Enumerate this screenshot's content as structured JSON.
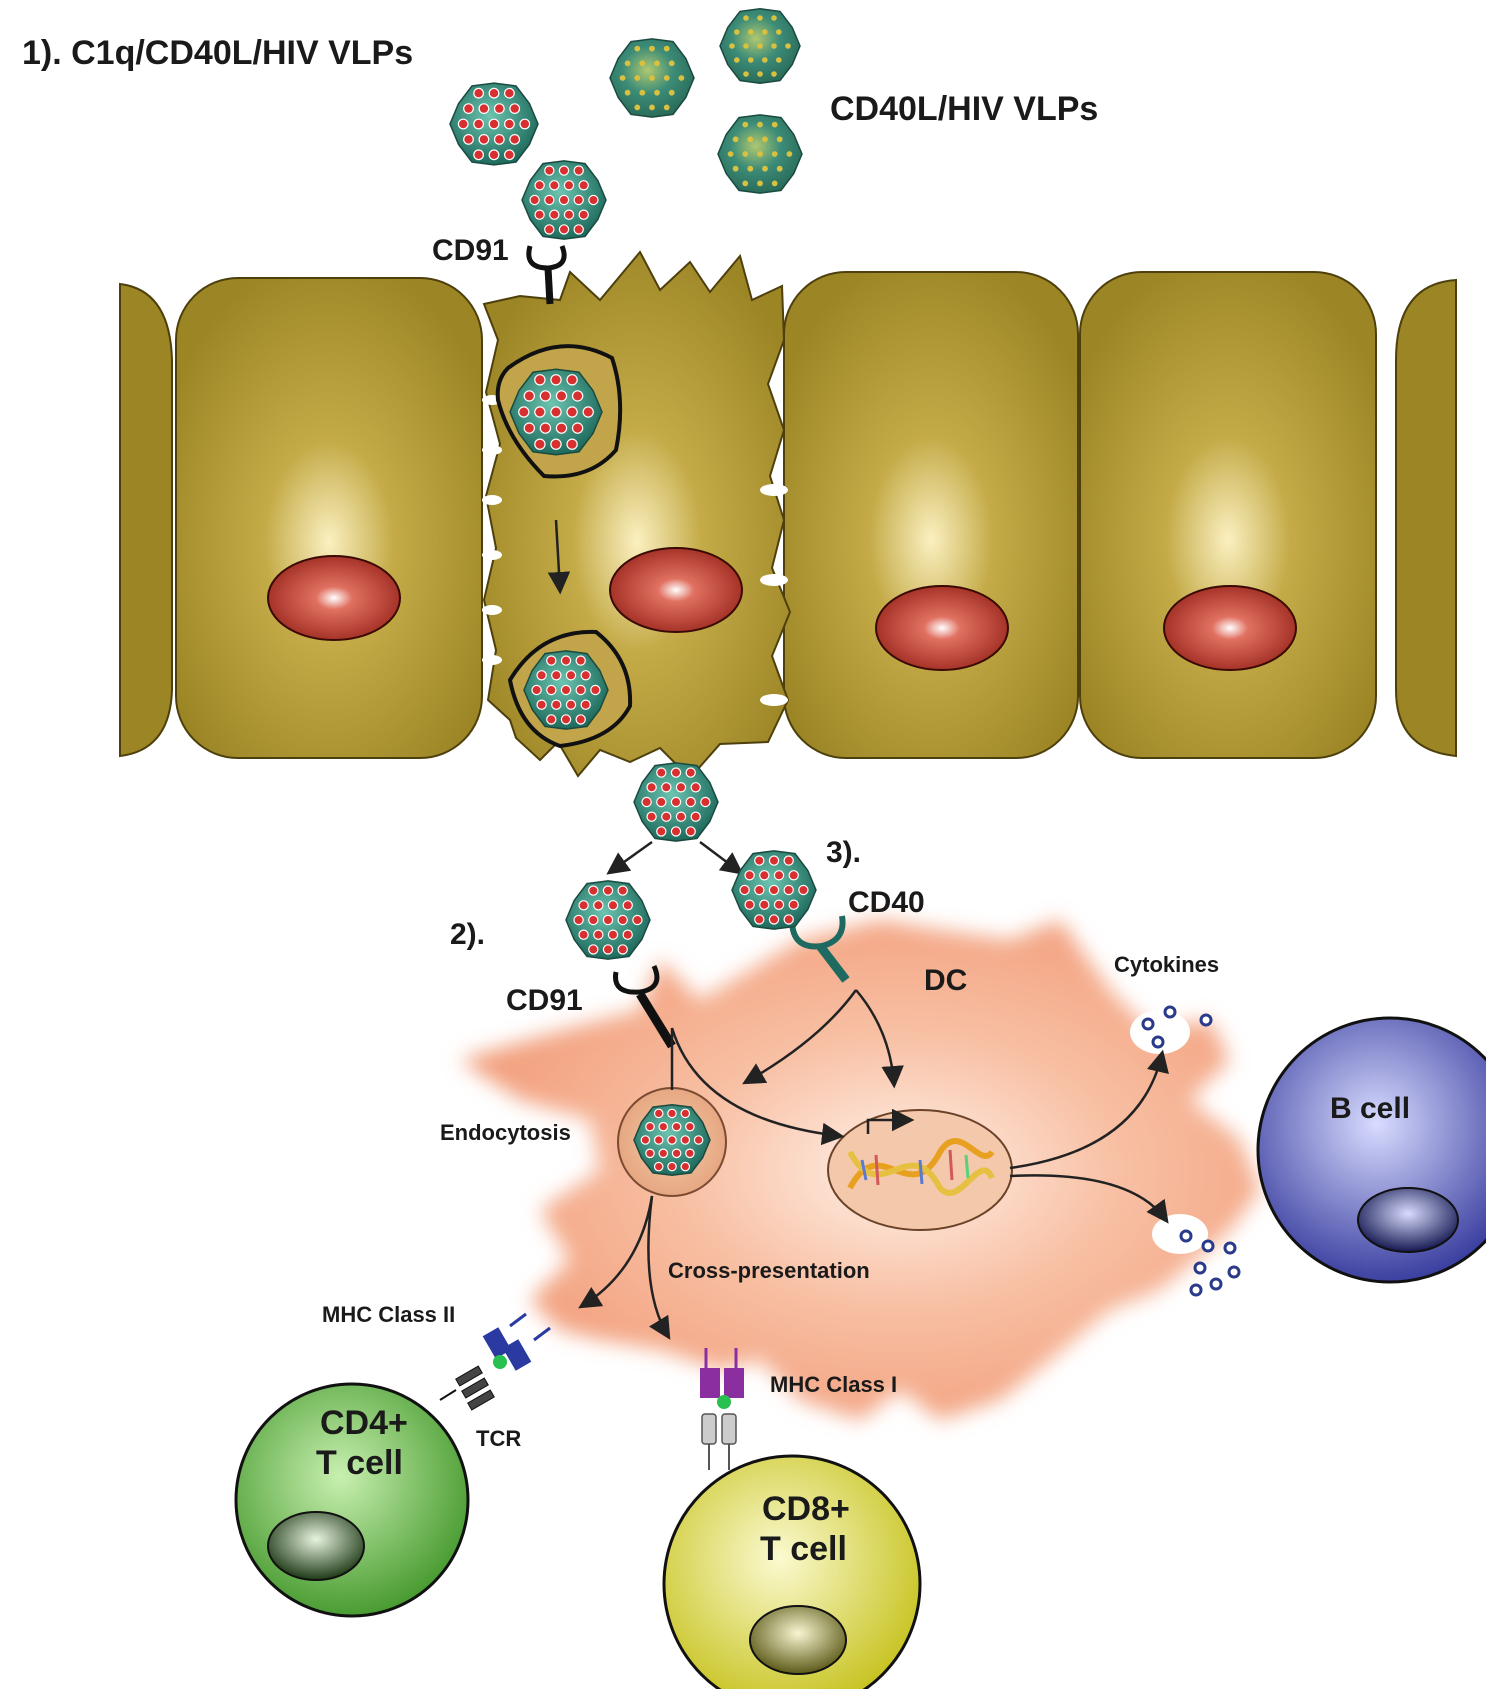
{
  "colors": {
    "epithelium": "#9c8525",
    "epithelium_dark": "#5c4c10",
    "nucleus": "#9e2a20",
    "dc_body": "#f4a07e",
    "vlp_shell": "#2f8a7a",
    "vlp_dot": "#d83030",
    "cd4_cell": "#52a83a",
    "cd8_cell": "#d6d23a",
    "b_cell": "#4c50a8",
    "mhc2": "#2a3aa0",
    "mhc1": "#8a2ea0",
    "cd40_receptor": "#1f6a60"
  },
  "labels": {
    "step1": "1). C1q/CD40L/HIV  VLPs",
    "cd40l_vlps": "CD40L/HIV  VLPs",
    "cd91_top": "CD91",
    "step2": "2).",
    "step3": "3).",
    "cd40": "CD40",
    "cd91_dc": "CD91",
    "dc": "DC",
    "cytokines": "Cytokines",
    "b_cell": "B cell",
    "endocytosis": "Endocytosis",
    "cross_presentation": "Cross-presentation",
    "mhc_class_ii": "MHC Class II",
    "mhc_class_i": "MHC Class I",
    "tcr": "TCR",
    "cd4_line1": "CD4+",
    "cd4_line2": "T cell",
    "cd8_line1": "CD8+",
    "cd8_line2": "T cell"
  }
}
